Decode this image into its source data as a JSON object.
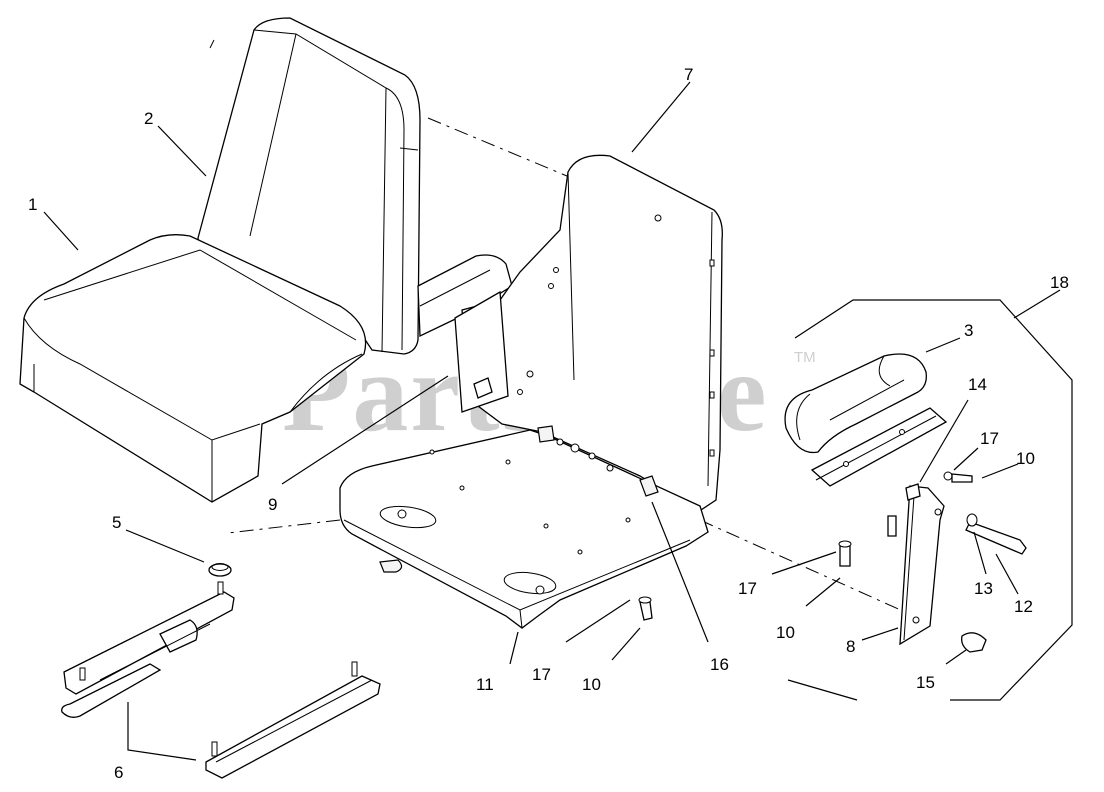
{
  "watermark": {
    "text": "PartsTree",
    "mark": "TM"
  },
  "callouts": [
    {
      "id": "c1",
      "text": "1"
    },
    {
      "id": "c2",
      "text": "2"
    },
    {
      "id": "c3",
      "text": "3"
    },
    {
      "id": "c5",
      "text": "5"
    },
    {
      "id": "c6",
      "text": "6"
    },
    {
      "id": "c7",
      "text": "7"
    },
    {
      "id": "c8",
      "text": "8"
    },
    {
      "id": "c9",
      "text": "9"
    },
    {
      "id": "c10a",
      "text": "10"
    },
    {
      "id": "c10b",
      "text": "10"
    },
    {
      "id": "c10c",
      "text": "10"
    },
    {
      "id": "c11",
      "text": "11"
    },
    {
      "id": "c12",
      "text": "12"
    },
    {
      "id": "c13",
      "text": "13"
    },
    {
      "id": "c14",
      "text": "14"
    },
    {
      "id": "c15",
      "text": "15"
    },
    {
      "id": "c16",
      "text": "16"
    },
    {
      "id": "c17a",
      "text": "17"
    },
    {
      "id": "c17b",
      "text": "17"
    },
    {
      "id": "c17c",
      "text": "17"
    },
    {
      "id": "c18",
      "text": "18"
    }
  ]
}
